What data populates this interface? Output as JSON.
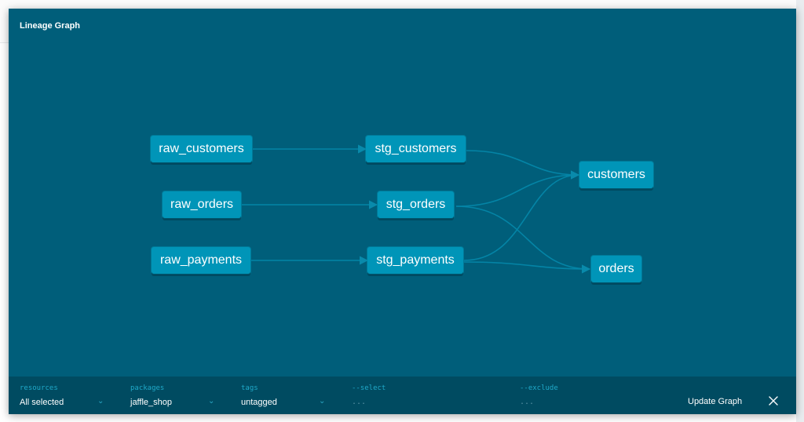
{
  "modal": {
    "title": "Lineage Graph"
  },
  "graph": {
    "nodes": {
      "raw_customers": "raw_customers",
      "raw_orders": "raw_orders",
      "raw_payments": "raw_payments",
      "stg_customers": "stg_customers",
      "stg_orders": "stg_orders",
      "stg_payments": "stg_payments",
      "customers": "customers",
      "orders": "orders"
    }
  },
  "filters": {
    "resources": {
      "label": "resources",
      "value": "All selected"
    },
    "packages": {
      "label": "packages",
      "value": "jaffle_shop"
    },
    "tags": {
      "label": "tags",
      "value": "untagged"
    },
    "select": {
      "label": "--select",
      "placeholder": "..."
    },
    "exclude": {
      "label": "--exclude",
      "placeholder": "..."
    }
  },
  "actions": {
    "update_label": "Update Graph"
  },
  "colors": {
    "modal_bg": "#005e7a",
    "node_bg": "#0095b8",
    "edge": "#0589ab",
    "filter_bar_bg": "#004b61",
    "filter_label": "#1fa9c9"
  },
  "icons": {
    "dropdown": "chevron-down-icon",
    "close": "close-icon"
  }
}
